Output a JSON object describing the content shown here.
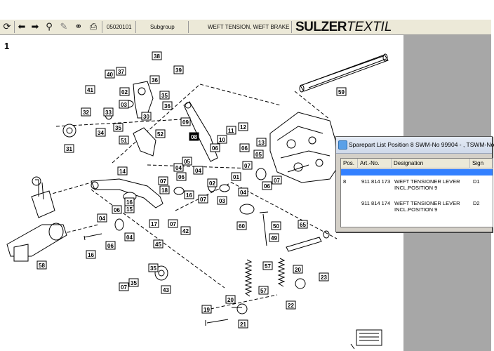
{
  "toolbar": {
    "page_code": "05020101",
    "subgroup_label": "Subgroup",
    "subgroup_title": "WEFT TENSION, WEFT BRAKE",
    "icons": [
      "refresh-icon",
      "back-arrow-icon",
      "forward-arrow-icon",
      "zoom-icon",
      "edit-icon",
      "binoculars-icon",
      "print-icon"
    ]
  },
  "brand": {
    "main": "SULZER",
    "suffix": "TEXTIL"
  },
  "drawing": {
    "page_number": "1",
    "callouts": [
      "38",
      "39",
      "40",
      "37",
      "36",
      "41",
      "02",
      "35",
      "03",
      "36",
      "30",
      "32",
      "33",
      "34",
      "35",
      "31",
      "09",
      "08",
      "11",
      "12",
      "13",
      "05",
      "07",
      "06",
      "14",
      "52",
      "51",
      "07",
      "04",
      "05",
      "06",
      "16",
      "18",
      "06",
      "04",
      "15",
      "17",
      "04",
      "45",
      "07",
      "42",
      "16",
      "35",
      "43",
      "19",
      "20",
      "21",
      "22",
      "57",
      "50",
      "49",
      "60",
      "65",
      "20",
      "23",
      "58",
      "59",
      "10",
      "02",
      "03",
      "04",
      "05",
      "06",
      "07",
      "36",
      "35",
      "33",
      "06",
      "05",
      "07",
      "07",
      "01",
      "06"
    ]
  },
  "popup": {
    "title": "Sparepart List Position 8 SWM-No 99904 - , TSWM-No",
    "columns": [
      "Pos.",
      "Art.-No.",
      "Designation",
      "Sign"
    ],
    "rows": [
      {
        "pos": "8",
        "art": "911 814 173",
        "designation_1": "WEFT TENSIONER LEVER",
        "designation_2": "INCL.POSITION 9",
        "sign": "D1"
      },
      {
        "pos": "",
        "art": "911 814 174",
        "designation_1": "WEFT TENSIONER LEVER",
        "designation_2": "INCL.POSITION 9",
        "sign": "D2"
      }
    ]
  },
  "colors": {
    "toolbar_bg": "#ece9d8",
    "panel_gray": "#a7a7a7",
    "selection": "#3380ff"
  }
}
